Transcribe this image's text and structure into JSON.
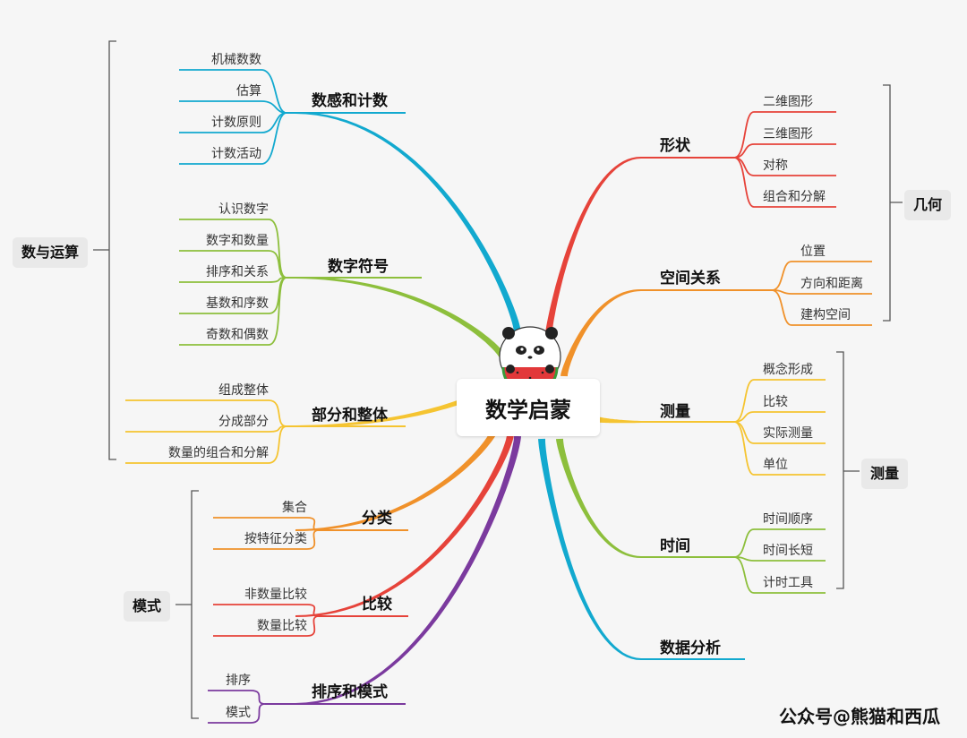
{
  "center": {
    "title": "数学启蒙"
  },
  "groups": {
    "numbers_ops": "数与运算",
    "patterns": "模式",
    "geometry": "几何",
    "measurement": "测量"
  },
  "branches": {
    "number_sense": {
      "label": "数感和计数",
      "items": [
        "机械数数",
        "估算",
        "计数原则",
        "计数活动"
      ],
      "color": "#12a9cf"
    },
    "numerals": {
      "label": "数字符号",
      "items": [
        "认识数字",
        "数字和数量",
        "排序和关系",
        "基数和序数",
        "奇数和偶数"
      ],
      "color": "#8dbf3c"
    },
    "part_whole": {
      "label": "部分和整体",
      "items": [
        "组成整体",
        "分成部分",
        "数量的组合和分解"
      ],
      "color": "#f5c431"
    },
    "classify": {
      "label": "分类",
      "items": [
        "集合",
        "按特征分类"
      ],
      "color": "#f0912a"
    },
    "compare": {
      "label": "比较",
      "items": [
        "非数量比较",
        "数量比较"
      ],
      "color": "#e6433a"
    },
    "sort_pattern": {
      "label": "排序和模式",
      "items": [
        "排序",
        "模式"
      ],
      "color": "#7b3a9e"
    },
    "shape": {
      "label": "形状",
      "items": [
        "二维图形",
        "三维图形",
        "对称",
        "组合和分解"
      ],
      "color": "#e6433a"
    },
    "spatial": {
      "label": "空间关系",
      "items": [
        "位置",
        "方向和距离",
        "建构空间"
      ],
      "color": "#f0912a"
    },
    "measure": {
      "label": "测量",
      "items": [
        "概念形成",
        "比较",
        "实际测量",
        "单位"
      ],
      "color": "#f5c431"
    },
    "time": {
      "label": "时间",
      "items": [
        "时间顺序",
        "时间长短",
        "计时工具"
      ],
      "color": "#8dbf3c"
    },
    "data": {
      "label": "数据分析",
      "items": [],
      "color": "#12a9cf"
    }
  },
  "watermark": "公众号@熊猫和西瓜"
}
